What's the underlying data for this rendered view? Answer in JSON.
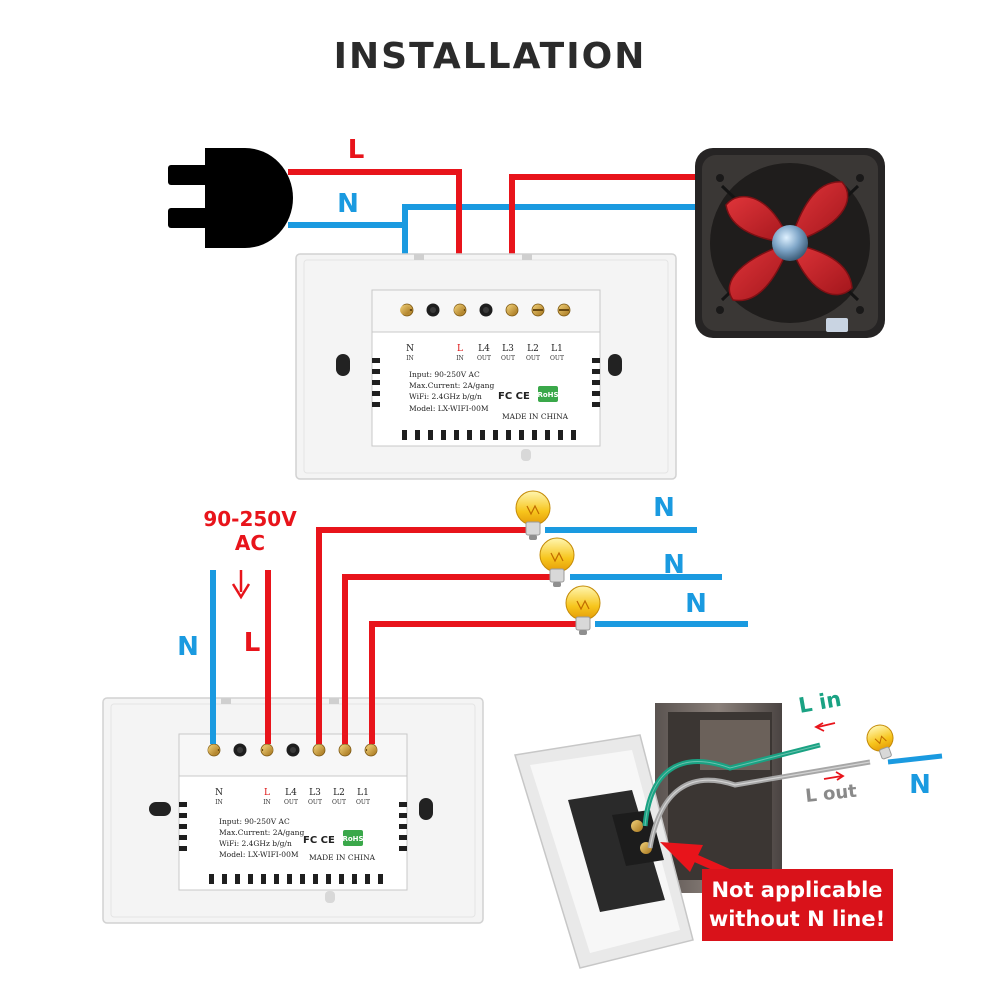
{
  "title": "INSTALLATION",
  "top_diagram": {
    "live_label": "L",
    "neutral_label": "N",
    "load": "exhaust-fan"
  },
  "bottom_diagram": {
    "supply_label_line1": "90-250V",
    "supply_label_line2": "AC",
    "neutral_label": "N",
    "live_label": "L",
    "lamp_neutral_labels": [
      "N",
      "N",
      "N"
    ]
  },
  "switch_module": {
    "terminals": [
      {
        "name": "N",
        "sub": "IN"
      },
      {
        "name": "L",
        "sub": "IN"
      },
      {
        "name": "L4",
        "sub": "OUT"
      },
      {
        "name": "L3",
        "sub": "OUT"
      },
      {
        "name": "L2",
        "sub": "OUT"
      },
      {
        "name": "L1",
        "sub": "OUT"
      }
    ],
    "spec_input": "Input: 90-250V AC",
    "spec_current": "Max.Current: 2A/gang",
    "spec_wifi": "WiFi: 2.4GHz b/g/n",
    "spec_model": "Model: LX-WIFI-00M",
    "cert_marks": "FC CE",
    "rohs": "RoHS",
    "origin": "MADE IN CHINA"
  },
  "inset_photo": {
    "l_in_label": "L in",
    "l_out_label": "L out",
    "neutral_label": "N"
  },
  "warning": {
    "line1": "Not applicable",
    "line2": "without N line!"
  },
  "colors": {
    "live": "#e8141b",
    "neutral": "#1a9ae0",
    "title": "#2b2b2b",
    "warning_bg": "#d9121a",
    "l_in": "#1aa283",
    "l_out": "#9a9a9a"
  }
}
